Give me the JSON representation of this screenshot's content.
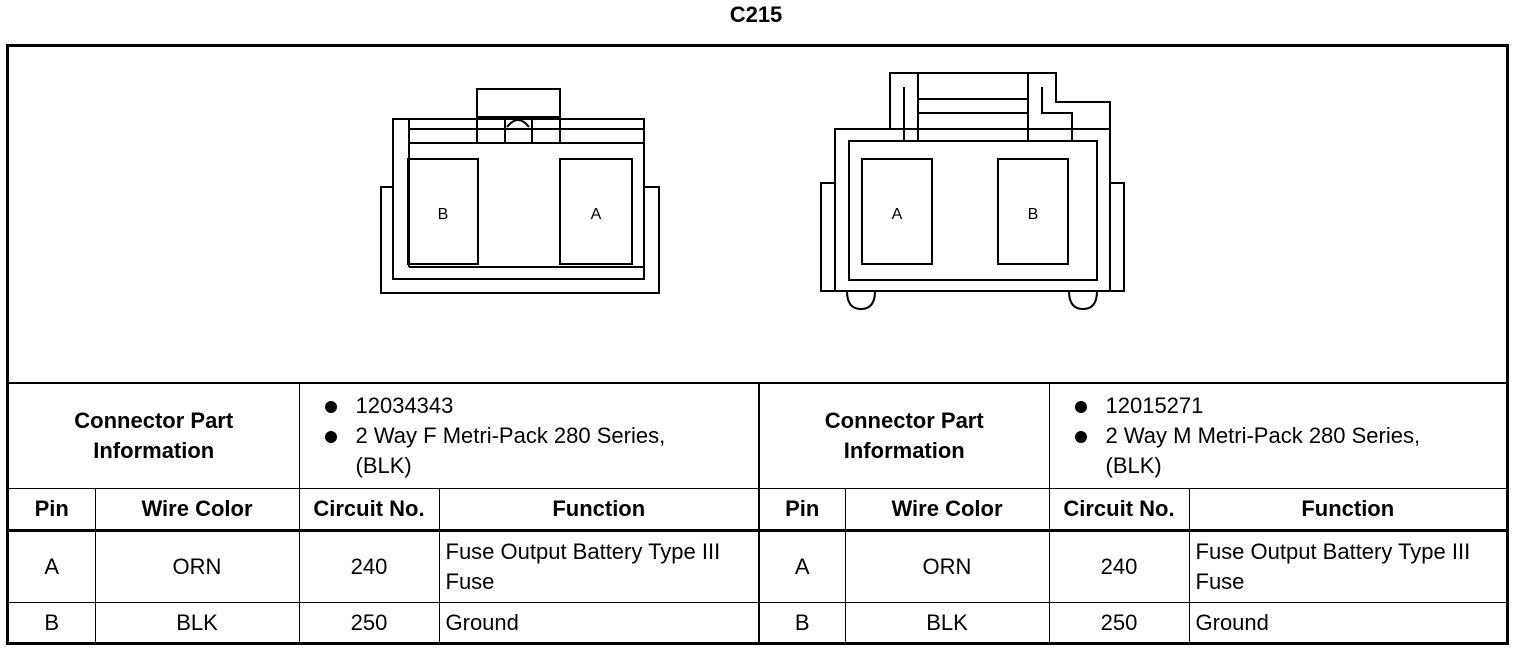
{
  "connector_id": "C215",
  "left": {
    "pins": [
      "B",
      "A"
    ],
    "part_label": "Connector Part Information",
    "part_info": [
      "12034343",
      "2 Way F Metri-Pack 280 Series, (BLK)"
    ]
  },
  "right": {
    "pins": [
      "A",
      "B"
    ],
    "part_label": "Connector Part Information",
    "part_info": [
      "12015271",
      "2 Way M Metri-Pack 280 Series, (BLK)"
    ]
  },
  "headers": {
    "pin": "Pin",
    "wire_color": "Wire Color",
    "circuit_no": "Circuit No.",
    "function": "Function"
  },
  "rows": [
    {
      "pin": "A",
      "wire_color": "ORN",
      "circuit": "240",
      "function": "Fuse Output Battery Type III Fuse"
    },
    {
      "pin": "B",
      "wire_color": "BLK",
      "circuit": "250",
      "function": "Ground"
    }
  ],
  "rows_right": [
    {
      "pin": "A",
      "wire_color": "ORN",
      "circuit": "240",
      "function": "Fuse Output Battery Type III Fuse"
    },
    {
      "pin": "B",
      "wire_color": "BLK",
      "circuit": "250",
      "function": "Ground"
    }
  ]
}
